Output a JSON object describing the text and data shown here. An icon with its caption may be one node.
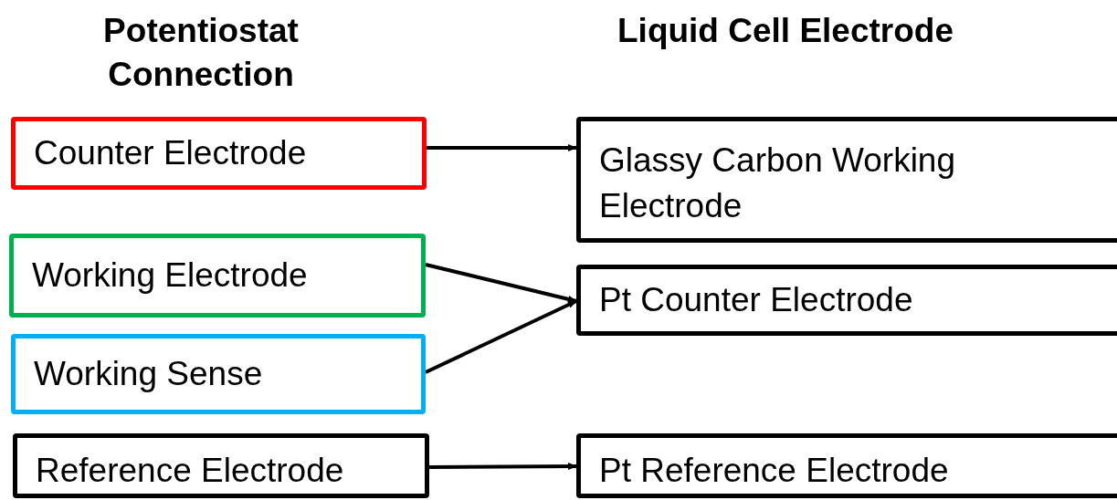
{
  "diagram": {
    "nodes": [
      {
        "text": [
          "Counter Electrode"
        ]
      },
      {
        "text": [
          "Working Electrode"
        ]
      },
      {
        "text": [
          "Working Sense"
        ]
      },
      {
        "text": [
          "Reference Electrode"
        ]
      },
      {
        "text": [
          "Glassy Carbon Working Electrode"
        ]
      },
      {
        "text": [
          "Pt Counter Electrode"
        ]
      },
      {
        "text": [
          "Pt Reference Electrode"
        ]
      }
    ],
    "edges": [
      {
        "from": 0,
        "to": 4,
        "arrow": "to"
      },
      {
        "from": 1,
        "to": 5,
        "arrow": "to"
      },
      {
        "from": 2,
        "to": 5,
        "arrow": "to"
      },
      {
        "from": 3,
        "to": 6,
        "arrow": "to"
      }
    ],
    "labels": [
      "Potentiostat Connection",
      "Liquid Cell Electrode"
    ]
  }
}
